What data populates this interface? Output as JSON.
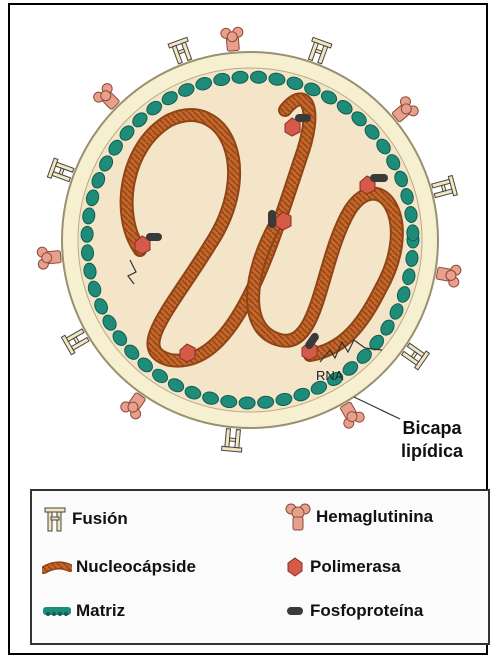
{
  "diagram": {
    "rna_label": "RNA",
    "membrane_label_line1": "Bicapa",
    "membrane_label_line2": "lipídica"
  },
  "legend": {
    "fusion": "Fusión",
    "hemaglutinina": "Hemaglutinina",
    "nucleocapside": "Nucleocápside",
    "polimerasa": "Polimerasa",
    "matriz": "Matriz",
    "fosfoproteina": "Fosfoproteína"
  },
  "colors": {
    "envelope_fill": "#f4e4c8",
    "lipid_ring": "#f7f0d0",
    "matrix_green": "#1e8c78",
    "nucleocapsid_orange": "#c4662a",
    "polymerase_red": "#d65a4a",
    "phosphoprotein_dark": "#3a3a3a",
    "glycoprotein_salmon": "#e8a08c"
  }
}
